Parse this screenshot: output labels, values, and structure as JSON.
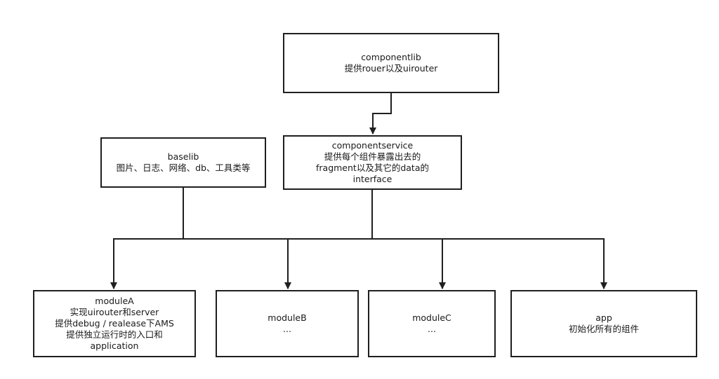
{
  "nodes": {
    "componentlib": {
      "lines": [
        "componentlib",
        "提供rouer以及uirouter"
      ]
    },
    "componentservice": {
      "lines": [
        "componentservice",
        "提供每个组件暴露出去的",
        "fragment以及其它的data的",
        "interface"
      ]
    },
    "baselib": {
      "lines": [
        "baselib",
        "图片、日志、网络、db、工具类等"
      ]
    },
    "moduleA": {
      "lines": [
        "moduleA",
        "实现uirouter和server",
        "提供debug / realease下AMS",
        "提供独立运行时的入口和",
        "application"
      ]
    },
    "moduleB": {
      "lines": [
        "moduleB",
        "..."
      ]
    },
    "moduleC": {
      "lines": [
        "moduleC",
        "..."
      ]
    },
    "app": {
      "lines": [
        "app",
        "初始化所有的组件"
      ]
    }
  },
  "edges": [
    {
      "from": "componentlib",
      "to": "componentservice"
    },
    {
      "from": "componentservice",
      "to": "moduleA"
    },
    {
      "from": "componentservice",
      "to": "moduleB"
    },
    {
      "from": "componentservice",
      "to": "moduleC"
    },
    {
      "from": "componentservice",
      "to": "app"
    },
    {
      "from": "baselib",
      "to": "moduleA"
    },
    {
      "from": "baselib",
      "to": "moduleB"
    },
    {
      "from": "baselib",
      "to": "moduleC"
    },
    {
      "from": "baselib",
      "to": "app"
    }
  ],
  "colors": {
    "stroke": "#1f1f1f",
    "text": "#1a1a1a",
    "background": "#ffffff"
  }
}
